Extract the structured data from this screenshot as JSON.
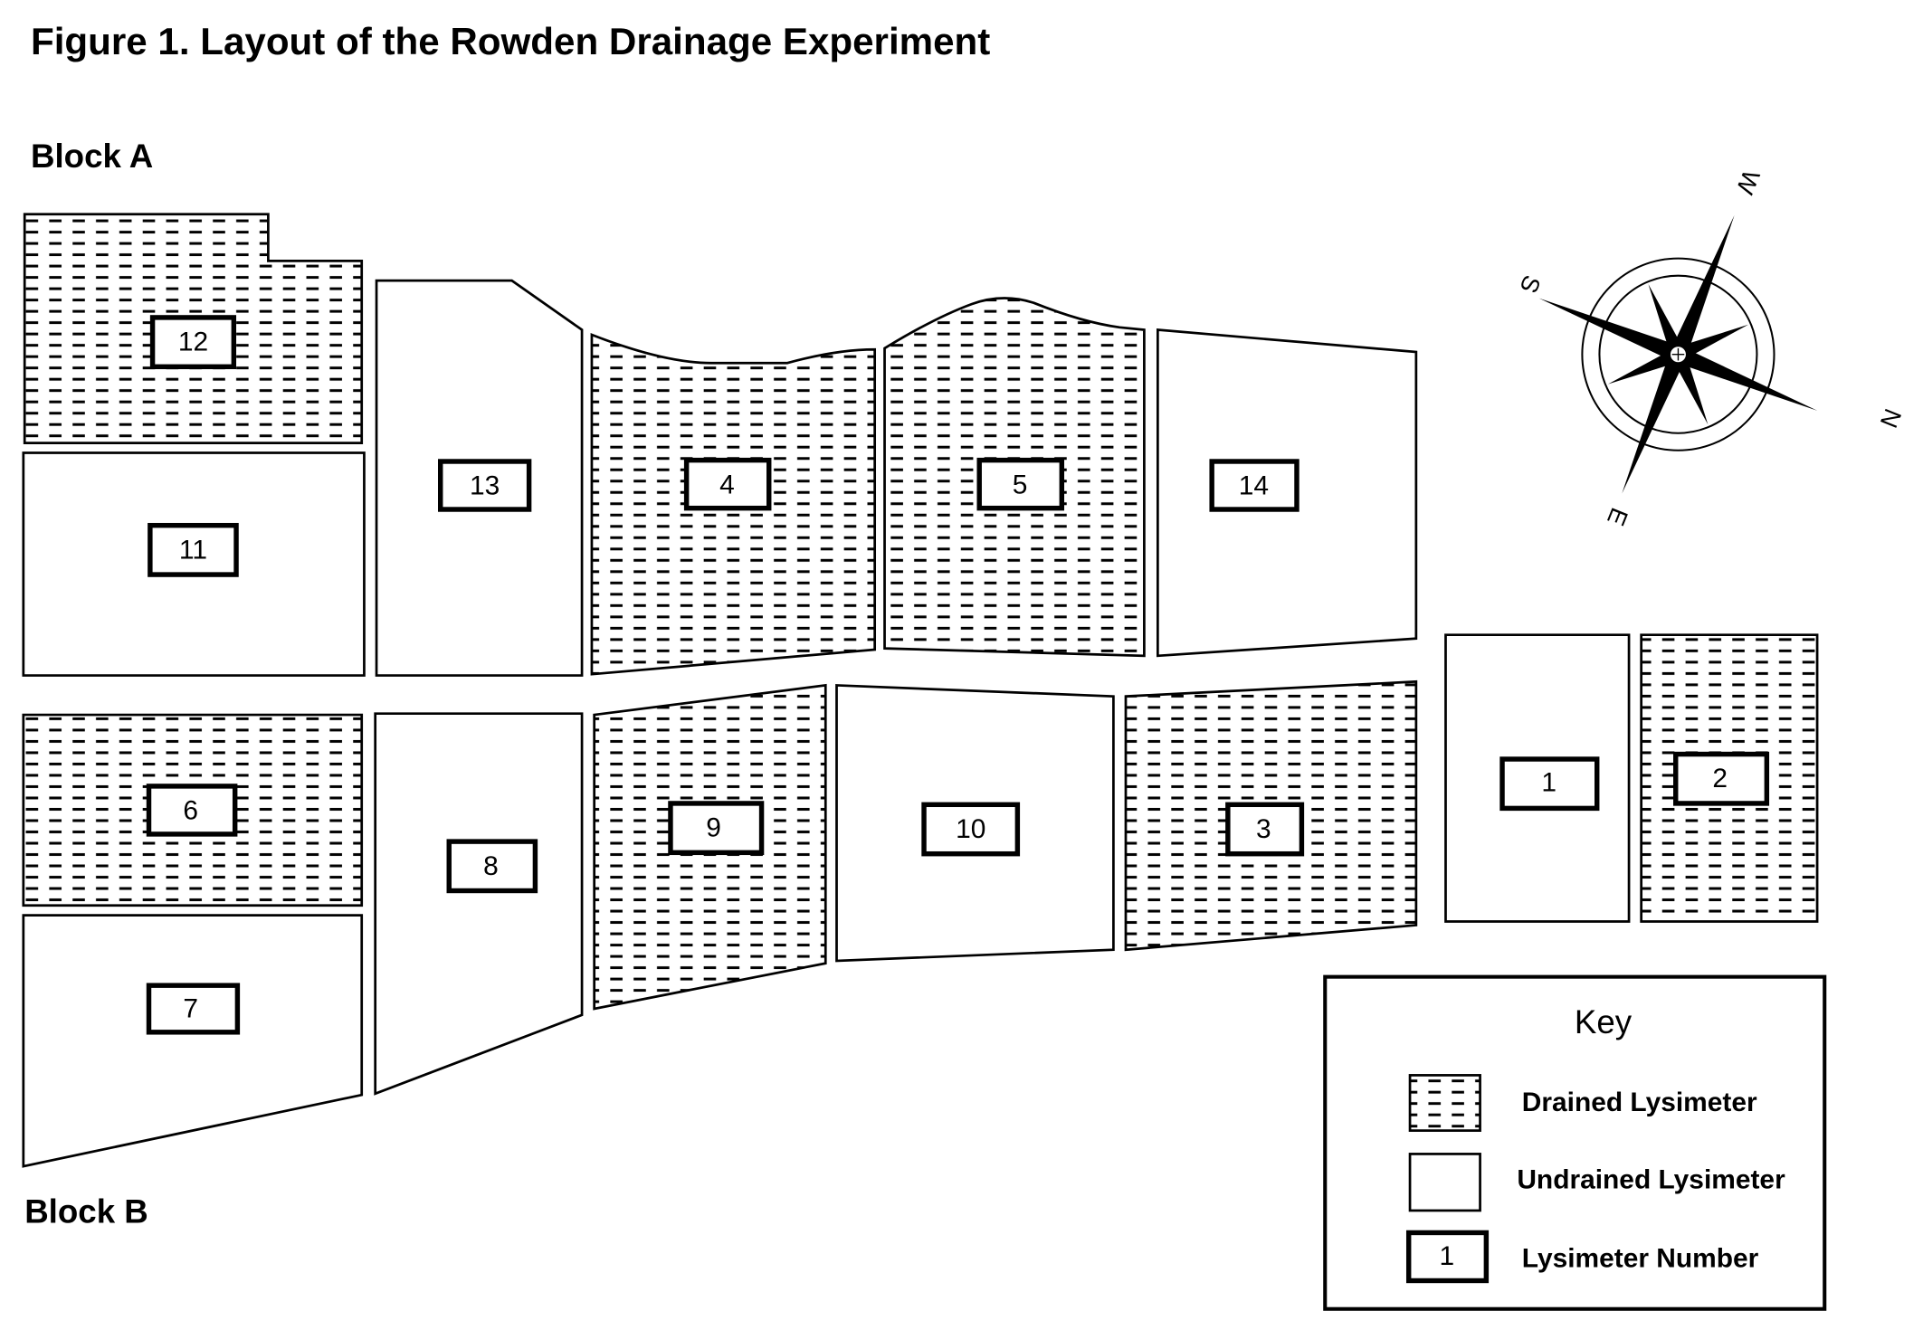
{
  "title": "Figure 1. Layout of the Rowden Drainage Experiment",
  "blocks": {
    "a": "Block A",
    "b": "Block B"
  },
  "lysimeters": [
    {
      "number": "12",
      "type": "drained",
      "block": "A"
    },
    {
      "number": "11",
      "type": "undrained",
      "block": "A"
    },
    {
      "number": "13",
      "type": "undrained",
      "block": "A"
    },
    {
      "number": "4",
      "type": "drained",
      "block": "A"
    },
    {
      "number": "5",
      "type": "drained",
      "block": "A"
    },
    {
      "number": "14",
      "type": "undrained",
      "block": "A"
    },
    {
      "number": "6",
      "type": "drained",
      "block": "B"
    },
    {
      "number": "7",
      "type": "undrained",
      "block": "B"
    },
    {
      "number": "8",
      "type": "undrained",
      "block": "B"
    },
    {
      "number": "9",
      "type": "drained",
      "block": "B"
    },
    {
      "number": "10",
      "type": "undrained",
      "block": "B"
    },
    {
      "number": "3",
      "type": "drained",
      "block": "B"
    },
    {
      "number": "1",
      "type": "undrained",
      "block": "B"
    },
    {
      "number": "2",
      "type": "drained",
      "block": "B"
    }
  ],
  "compass": {
    "n": "N",
    "s": "S",
    "e": "E",
    "w": "W"
  },
  "key": {
    "title": "Key",
    "drained": "Drained Lysimeter",
    "undrained": "Undrained Lysimeter",
    "number_label": "Lysimeter Number",
    "number_sample": "1"
  }
}
